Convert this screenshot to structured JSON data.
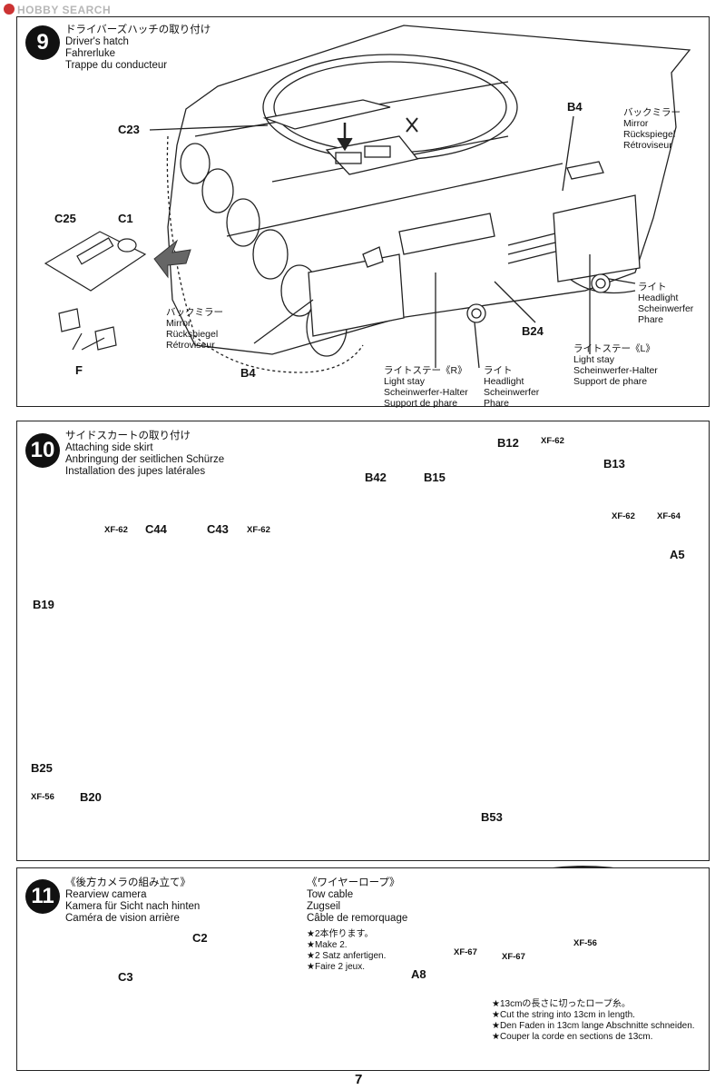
{
  "watermark": "HOBBY SEARCH",
  "page_number": "7",
  "step9": {
    "number": "9",
    "title_jp": "ドライバーズハッチの取り付け",
    "title_en": "Driver's hatch",
    "title_de": "Fahrerluke",
    "title_fr": "Trappe du conducteur",
    "labels": {
      "c23": "C23",
      "c25": "C25",
      "c1": "C1",
      "f": "F",
      "b4_top": "B4",
      "b4_bottom": "B4",
      "b24": "B24"
    },
    "mirror_right": [
      "バックミラー",
      "Mirror",
      "Rückspiegel",
      "Rétroviseur"
    ],
    "mirror_left": [
      "バックミラー",
      "Mirror",
      "Rückspiegel",
      "Rétroviseur"
    ],
    "headlight_right": [
      "ライト",
      "Headlight",
      "Scheinwerfer",
      "Phare"
    ],
    "headlight_left": [
      "ライト",
      "Headlight",
      "Scheinwerfer",
      "Phare"
    ],
    "lightstay_l": [
      "ライトステー《L》",
      "Light stay",
      "Scheinwerfer-Halter",
      "Support de phare"
    ],
    "lightstay_r": [
      "ライトステー《R》",
      "Light stay",
      "Scheinwerfer-Halter",
      "Support de phare"
    ]
  },
  "step10": {
    "number": "10",
    "title_jp": "サイドスカートの取り付け",
    "title_en": "Attaching side skirt",
    "title_de": "Anbringung der seitlichen Schürze",
    "title_fr": "Installation des jupes latérales",
    "labels": {
      "b12": "B12",
      "b13": "B13",
      "b15": "B15",
      "b42": "B42",
      "a5": "A5",
      "c44": "C44",
      "c43": "C43",
      "b19": "B19",
      "b25": "B25",
      "b20": "B20",
      "b53": "B53"
    },
    "paints": {
      "xf62_top": "XF-62",
      "xf62_mid": "XF-62",
      "xf64": "XF-64",
      "xf62_c44": "XF-62",
      "xf62_c43": "XF-62",
      "xf56": "XF-56"
    }
  },
  "step11": {
    "number": "11",
    "title_jp": "《後方カメラの組み立て》",
    "title_en": "Rearview camera",
    "title_de": "Kamera für Sicht nach hinten",
    "title_fr": "Caméra de vision arrière",
    "labels": {
      "c2": "C2",
      "c3": "C3",
      "a8": "A8"
    },
    "tow_title_jp": "《ワイヤーロープ》",
    "tow_en": "Tow cable",
    "tow_de": "Zugseil",
    "tow_fr": "Câble de remorquage",
    "make2": [
      "★2本作ります。",
      "★Make 2.",
      "★2 Satz anfertigen.",
      "★Faire 2 jeux."
    ],
    "cut_note": [
      "★13cmの長さに切ったロープ糸。",
      "★Cut the string into 13cm in length.",
      "★Den Faden in 13cm lange Abschnitte schneiden.",
      "★Couper la corde en sections de 13cm."
    ],
    "paints": {
      "xf67_top": "XF-67",
      "xf67_bottom": "XF-67",
      "xf56": "XF-56"
    }
  }
}
